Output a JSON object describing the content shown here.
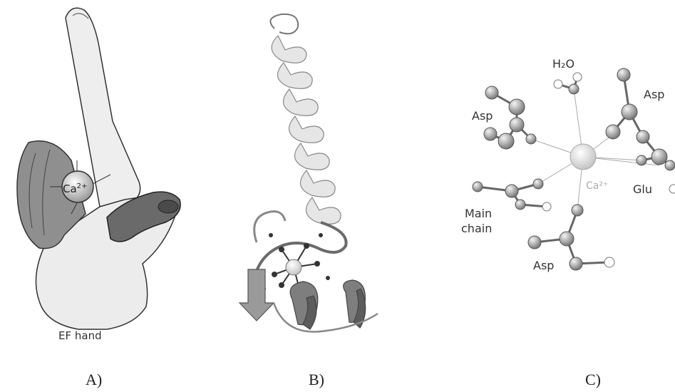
{
  "panels": [
    {
      "caption": "A)",
      "labels": {
        "ion": "Ca",
        "ion_charge": "2+",
        "motif": "EF hand"
      }
    },
    {
      "caption": "B)"
    },
    {
      "caption": "C)",
      "labels": {
        "water": "H₂O",
        "asp_left": "Asp",
        "asp_right": "Asp",
        "asp_bottom": "Asp",
        "glu": "Glu",
        "ca": "Ca²⁺",
        "main_chain_1": "Main",
        "main_chain_2": "chain"
      }
    }
  ]
}
